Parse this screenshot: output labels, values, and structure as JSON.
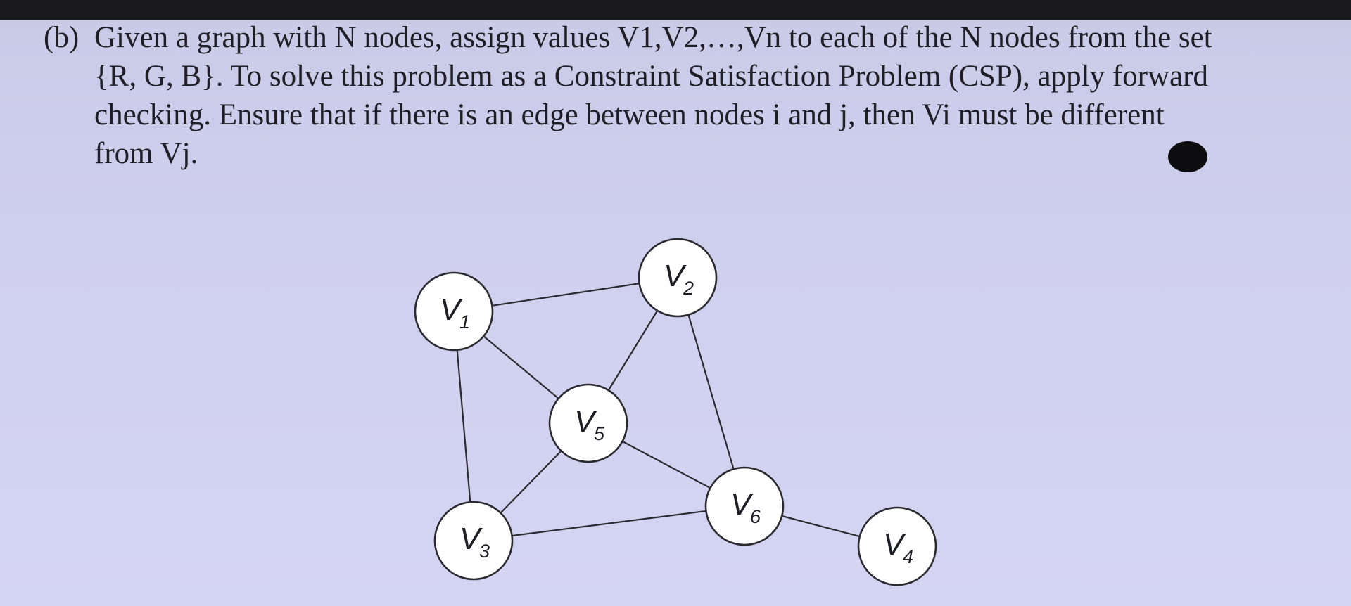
{
  "question": {
    "label": "(b)",
    "lines": [
      "Given a graph with N nodes, assign values V1,V2,…,Vn to each of the N nodes from the set",
      "{R, G, B}. To solve this problem as a Constraint Satisfaction Problem (CSP), apply forward",
      "checking. Ensure that if there is an edge between nodes i and j, then Vi must be different",
      "from Vj."
    ]
  },
  "graph": {
    "nodes": [
      {
        "id": "V1",
        "letter": "V",
        "sub": "1"
      },
      {
        "id": "V2",
        "letter": "V",
        "sub": "2"
      },
      {
        "id": "V3",
        "letter": "V",
        "sub": "3"
      },
      {
        "id": "V4",
        "letter": "V",
        "sub": "4"
      },
      {
        "id": "V5",
        "letter": "V",
        "sub": "5"
      },
      {
        "id": "V6",
        "letter": "V",
        "sub": "6"
      }
    ],
    "edges": [
      [
        "V1",
        "V2"
      ],
      [
        "V1",
        "V5"
      ],
      [
        "V1",
        "V3"
      ],
      [
        "V2",
        "V5"
      ],
      [
        "V2",
        "V6"
      ],
      [
        "V5",
        "V3"
      ],
      [
        "V5",
        "V6"
      ],
      [
        "V3",
        "V6"
      ],
      [
        "V6",
        "V4"
      ]
    ]
  }
}
